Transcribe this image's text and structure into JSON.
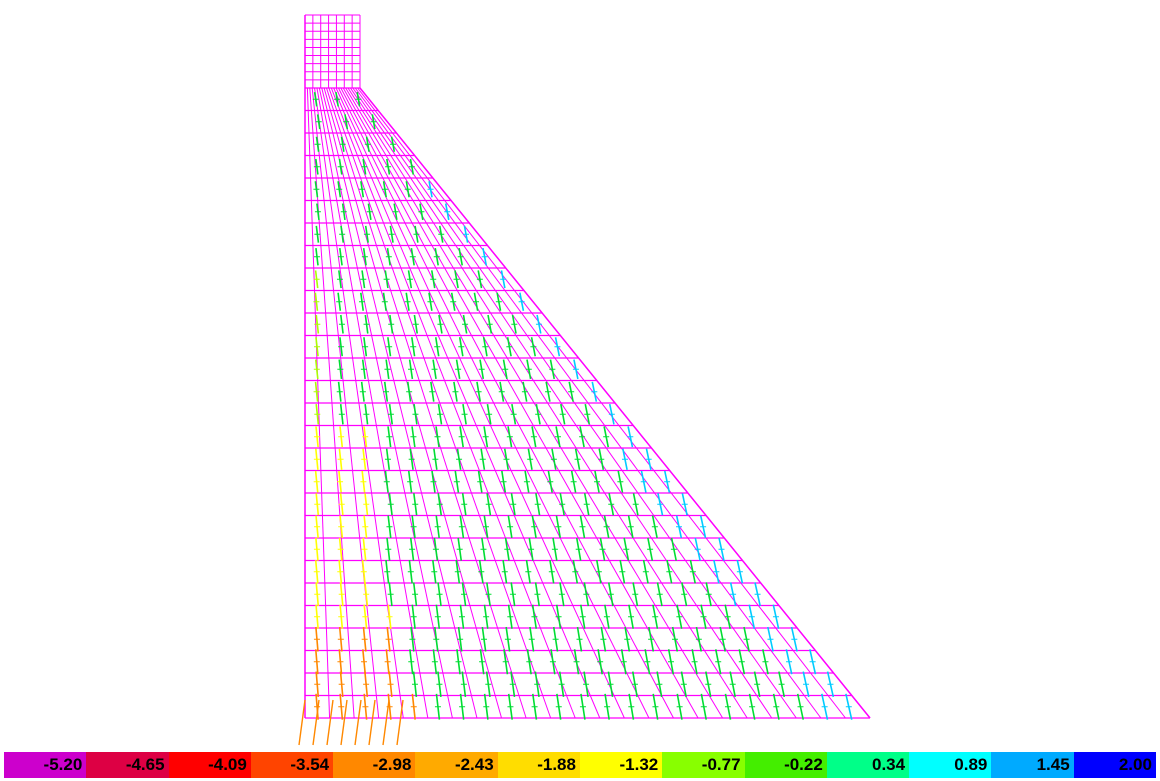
{
  "diagram": {
    "type": "finite-element-stress-contour",
    "mesh_color": "#ff00ff",
    "background": "#ffffff"
  },
  "legend": {
    "labels": [
      "-5.20",
      "-4.65",
      "-4.09",
      "-3.54",
      "-2.98",
      "-2.43",
      "-1.88",
      "-1.32",
      "-0.77",
      "-0.22",
      "0.34",
      "0.89",
      "1.45",
      "2.00"
    ],
    "colors": [
      "#cc00cc",
      "#dd0044",
      "#ff0000",
      "#ff4400",
      "#ff8800",
      "#ffaa00",
      "#ffdd00",
      "#ffff00",
      "#88ff00",
      "#44ee00",
      "#00ff88",
      "#00ffff",
      "#00aaff",
      "#0000ff"
    ]
  }
}
